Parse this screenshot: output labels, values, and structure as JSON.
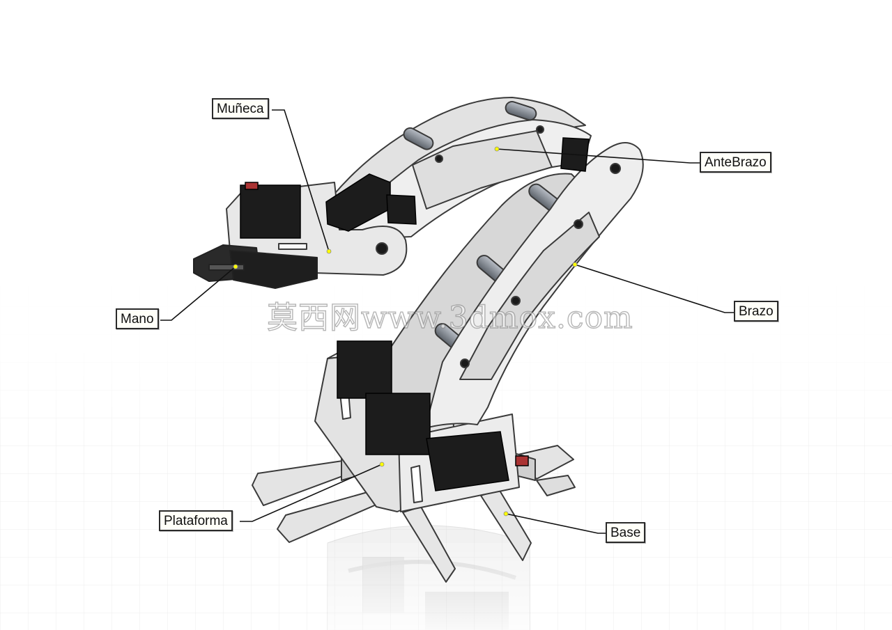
{
  "labels": {
    "muneca": "Muñeca",
    "antebrazo": "AnteBrazo",
    "brazo": "Brazo",
    "mano": "Mano",
    "plataforma": "Plataforma",
    "base": "Base"
  },
  "watermark": "莫西网www.3dmox.com",
  "colors": {
    "background": "#ffffff",
    "panel": "#e6e6e6",
    "panel_edge": "#3a3a3a",
    "servo": "#1c1c1c",
    "rod": "#7a8088",
    "leader_line": "#111111",
    "anchor_dot": "#ffff00"
  }
}
